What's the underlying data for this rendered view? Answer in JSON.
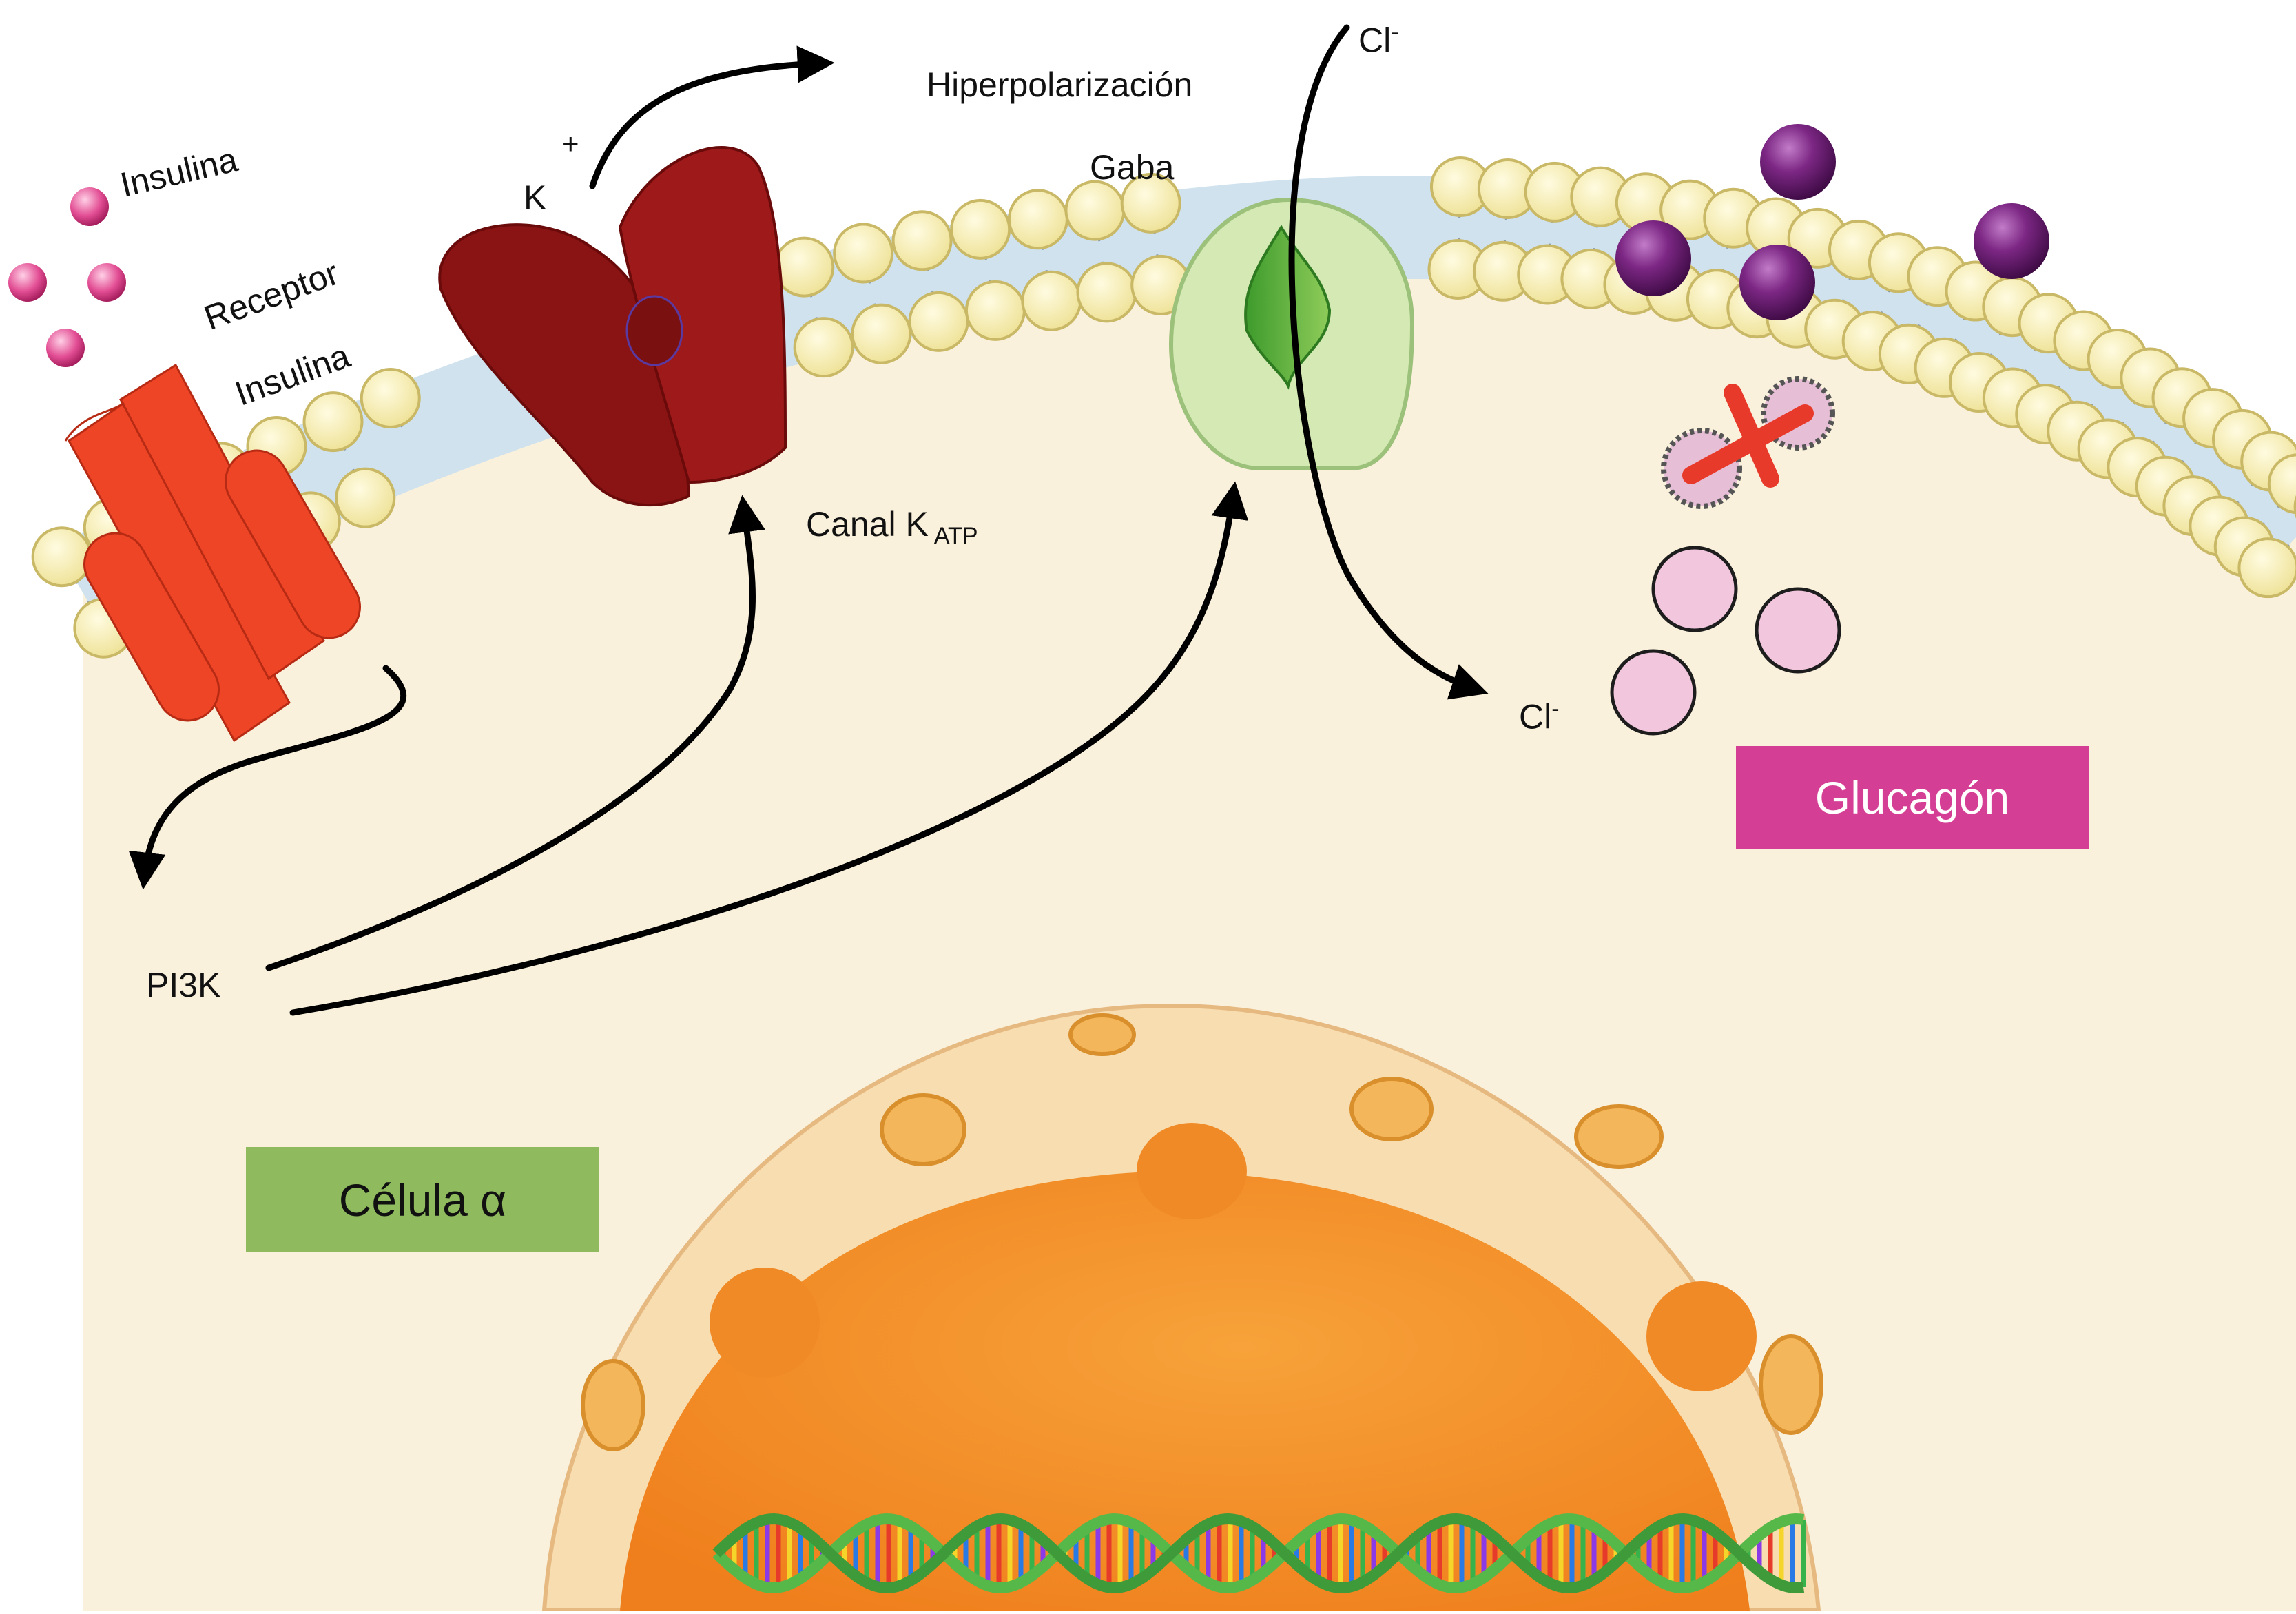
{
  "labels": {
    "insulina": "Insulina",
    "receptor_line1": "Receptor",
    "receptor_line2": "Insulina",
    "k": "K",
    "k_charge": "+",
    "hiperpolarizacion": "Hiperpolarización",
    "gaba": "Gaba",
    "cl_top": "Cl",
    "cl_top_charge": "-",
    "canal_k": "Canal K",
    "canal_k_sub": "ATP",
    "cl_bottom": "Cl",
    "cl_bottom_charge": "-",
    "pi3k": "PI3K",
    "glucagon": "Glucagón",
    "celula": "Célula α"
  },
  "colors": {
    "cytoplasm": "#faf1dc",
    "membrane_band": "#cfe2ee",
    "lipid_head": "#f7efa8",
    "insulin_receptor": "#ee4526",
    "k_channel": "#8a1414",
    "gaba_channel": "#d4e9b3",
    "glucagon_granule": "#f2c6dd",
    "glucagon_outside": "#6b1a6e",
    "glucagon_box": "#d43f95",
    "celula_box": "#8fbb5e",
    "nucleus": "#f08a26",
    "nuclear_envelope": "#f7ddb0",
    "block_mark": "#e83a2a"
  },
  "icons": {
    "insulin": "insulin-molecule-icon",
    "receptor": "insulin-receptor-icon",
    "k_channel": "katp-channel-icon",
    "gaba_channel": "gaba-channel-icon",
    "glucagon": "glucagon-granule-icon",
    "block": "block-x-icon",
    "dna": "dna-helix-icon"
  }
}
